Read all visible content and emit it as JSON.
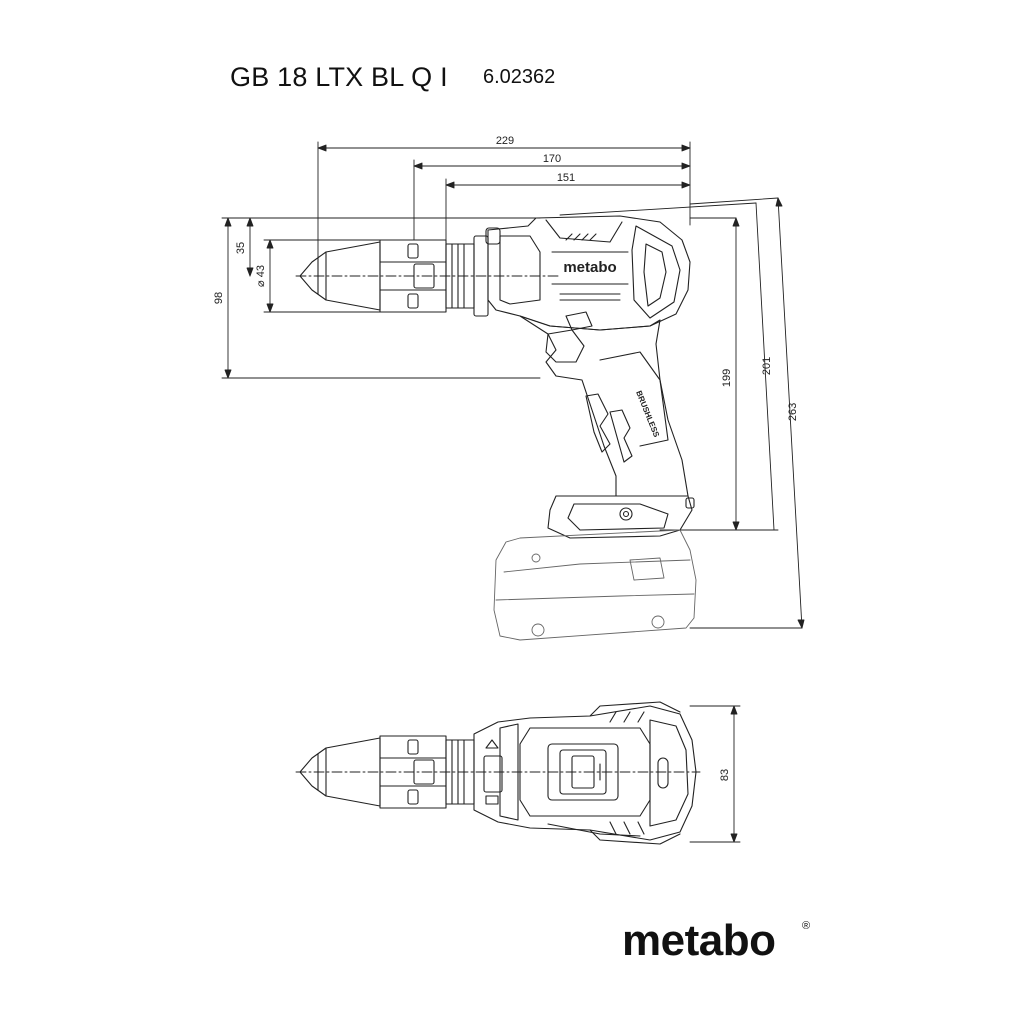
{
  "header": {
    "model": "GB 18 LTX BL Q I",
    "code": "6.02362"
  },
  "dimensions": {
    "length_total": "229",
    "length_170": "170",
    "length_151": "151",
    "height_35": "35",
    "diameter_43": "⌀ 43",
    "height_98": "98",
    "height_199": "199",
    "height_201": "201",
    "height_263": "263",
    "width_83": "83"
  },
  "labels": {
    "body_brand": "metabo",
    "handle_text": "BRUSHLESS"
  },
  "brand": {
    "logo": "metabo",
    "registered": "®"
  }
}
